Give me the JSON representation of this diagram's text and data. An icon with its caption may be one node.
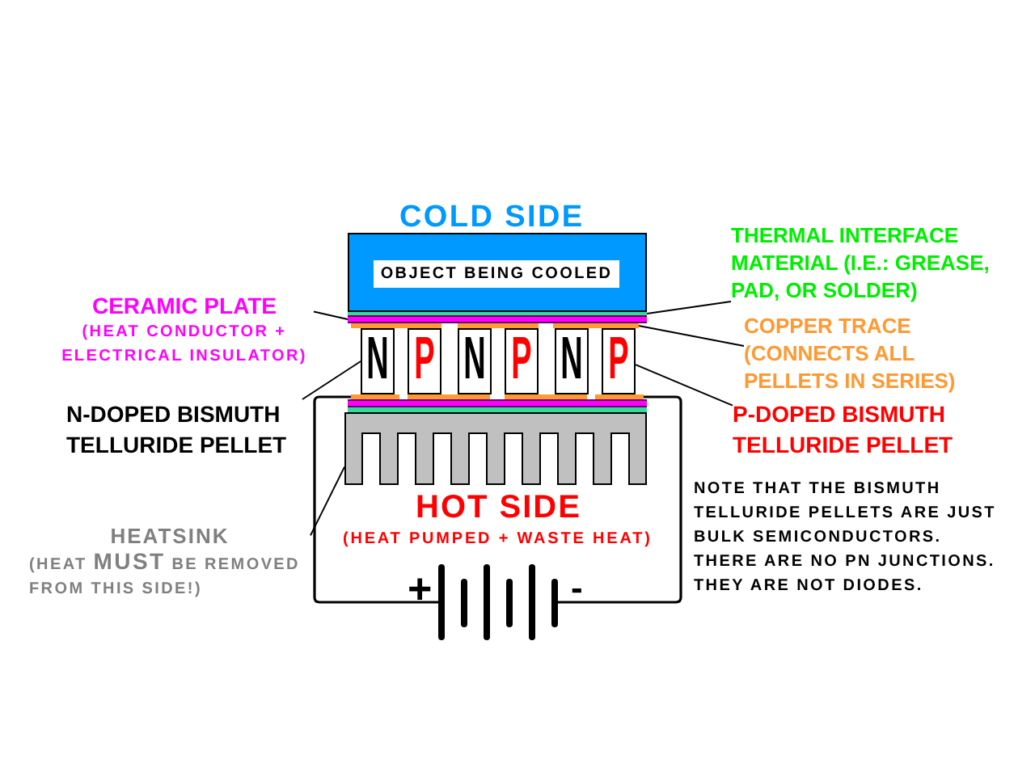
{
  "diagram": {
    "nodes": [
      {
        "text": [
          "OBJECT BEING COOLED"
        ],
        "beside": [
          "COLD SIDE"
        ]
      },
      {
        "text": [
          "THERMAL INTERFACE MATERIAL (I.E.: GREASE, PAD, OR SOLDER)"
        ]
      },
      {
        "text": [
          "CERAMIC PLATE",
          "(HEAT CONDUCTOR + ELECTRICAL INSULATOR)"
        ]
      },
      {
        "text": [],
        "shape": "bar"
      },
      {
        "text": [],
        "shape": "bar"
      },
      {
        "text": [],
        "shape": "bar"
      },
      {
        "text": [],
        "shape": "bar"
      },
      {
        "text": [],
        "shape": "bar"
      },
      {
        "text": [
          "COPPER TRACE",
          "(CONNECTS ALL PELLETS IN SERIES)"
        ]
      },
      {
        "text": [
          "N"
        ]
      },
      {
        "text": [
          "P"
        ]
      },
      {
        "text": [
          "N"
        ]
      },
      {
        "text": [
          "P"
        ]
      },
      {
        "text": [
          "N"
        ]
      },
      {
        "text": [
          "P"
        ]
      },
      {
        "text": [
          "N-DOPED BISMUTH TELLURIDE PELLET"
        ]
      },
      {
        "text": [
          "P-DOPED BISMUTH TELLURIDE PELLET"
        ]
      },
      {
        "text": [],
        "shape": "bar"
      },
      {
        "text": [],
        "shape": "bar"
      },
      {
        "text": [],
        "shape": "bar"
      },
      {
        "text": [],
        "shape": "bar"
      },
      {
        "text": [],
        "shape": "bar"
      },
      {
        "text": [],
        "shape": "bar"
      },
      {
        "text": [],
        "shape": "box",
        "beside": [
          "HOT SIDE",
          "(HEAT PUMPED + WASTE HEAT)"
        ]
      },
      {
        "text": [
          "HEATSINK",
          "(HEAT **MUST** BE REMOVED FROM THIS SIDE!)"
        ]
      },
      {
        "text": [],
        "shape": "battery",
        "beside": [
          "+",
          "-"
        ]
      }
    ],
    "edges": [
      {
        "from": 1,
        "to": 3,
        "arrow": "none"
      },
      {
        "from": 2,
        "to": 4,
        "arrow": "none"
      },
      {
        "from": 8,
        "to": 7,
        "arrow": "none"
      },
      {
        "from": 15,
        "to": 9,
        "arrow": "none"
      },
      {
        "from": 16,
        "to": 14,
        "arrow": "none"
      },
      {
        "from": 24,
        "to": 23,
        "arrow": "none"
      },
      {
        "from": 17,
        "to": 25,
        "arrow": "none"
      },
      {
        "from": 20,
        "to": 25,
        "arrow": "none"
      }
    ],
    "labels": [
      "NOTE THAT THE BISMUTH TELLURIDE PELLETS ARE JUST BULK SEMICONDUCTORS. THERE ARE NO PN JUNCTIONS. THEY ARE NOT DIODES."
    ]
  }
}
